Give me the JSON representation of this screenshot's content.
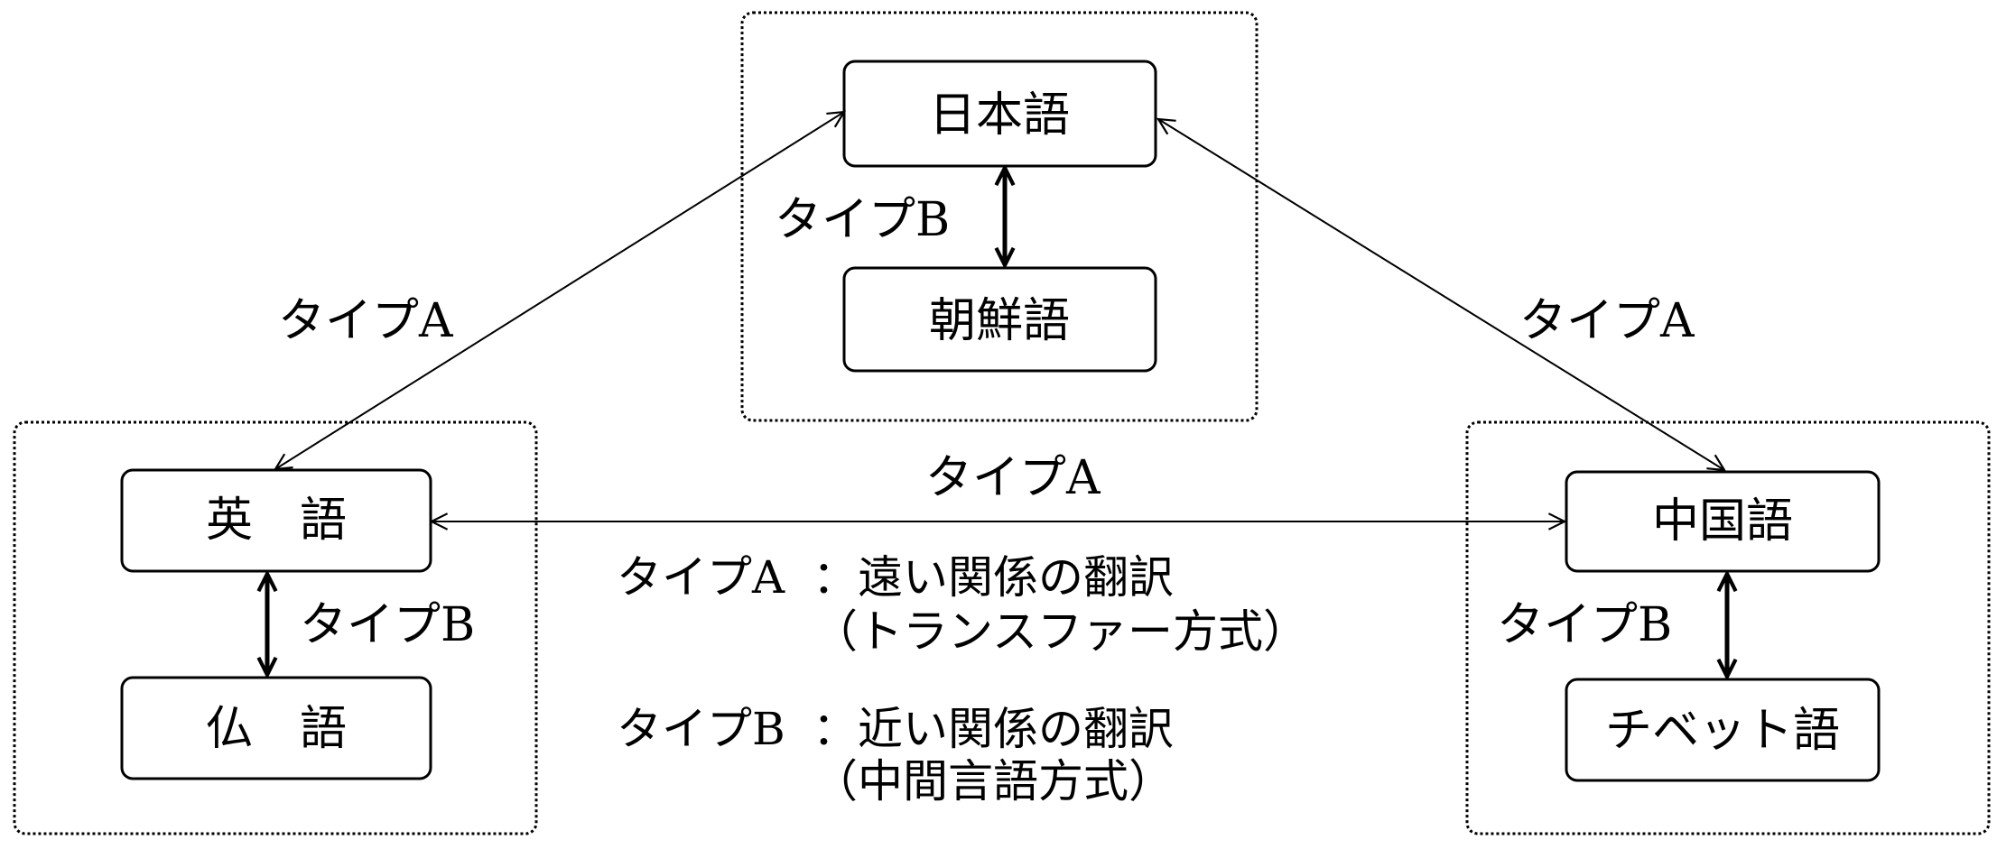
{
  "groups": {
    "japan_korea": {
      "top": "日本語",
      "bottom": "朝鮮語",
      "relation": "タイプB"
    },
    "europe": {
      "top": "英　語",
      "bottom": "仏　語",
      "relation": "タイプB"
    },
    "china_tibet": {
      "top": "中国語",
      "bottom": "チベット語",
      "relation": "タイプB"
    }
  },
  "links": {
    "japanese_english": "タイプA",
    "japanese_chinese": "タイプA",
    "english_chinese": "タイプA"
  },
  "legend": {
    "type_a": {
      "term": "タイプA",
      "desc": "：遠い関係の翻訳",
      "method": "（トランスファー方式）"
    },
    "type_b": {
      "term": "タイプB",
      "desc": "：近い関係の翻訳",
      "method": "（中間言語方式）"
    }
  }
}
